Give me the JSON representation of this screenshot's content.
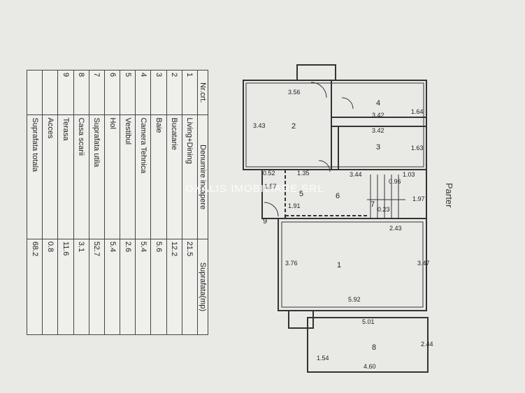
{
  "title": "Parter",
  "watermark": "OXALIS IMOBILIARE SRL",
  "table": {
    "headers": [
      "Nr.crt.",
      "Denumire incapere",
      "Suprafata(mp)"
    ],
    "rows": [
      {
        "nr": "1",
        "name": "Living+Dining",
        "area": "21.5"
      },
      {
        "nr": "2",
        "name": "Bucatarie",
        "area": "12.2"
      },
      {
        "nr": "3",
        "name": "Baie",
        "area": "5.6"
      },
      {
        "nr": "4",
        "name": "Camera Tehnica",
        "area": "5.4"
      },
      {
        "nr": "5",
        "name": "Vestibul",
        "area": "2.6"
      },
      {
        "nr": "6",
        "name": "Hol",
        "area": "5.4"
      },
      {
        "nr": "7",
        "name": "Suprafata utila",
        "area": "52.7"
      },
      {
        "nr": "8",
        "name": "Casa scarii",
        "area": "3.1"
      },
      {
        "nr": "9",
        "name": "Terasa",
        "area": "11.6"
      },
      {
        "nr": "",
        "name": "Acces",
        "area": "0.8"
      },
      {
        "nr": "",
        "name": "Suprafata totala",
        "area": "68.2"
      }
    ]
  },
  "plan": {
    "room_numbers": [
      "1",
      "2",
      "3",
      "4",
      "5",
      "6",
      "7",
      "8",
      "9"
    ],
    "dimensions": {
      "d356": "3.56",
      "d343": "3.43",
      "d342a": "3.42",
      "d342b": "3.42",
      "d164": "1.64",
      "d163": "1.63",
      "d052": "0.52",
      "d135": "1.35",
      "d344": "3.44",
      "d103": "1.03",
      "d096": "0.96",
      "d157": "1.57",
      "d191": "1.91",
      "d197": "1.97",
      "d023": "0.23",
      "d243": "2.43",
      "d376": "3.76",
      "d347": "3.47",
      "d592": "5.92",
      "d501": "5.01",
      "d154": "1.54",
      "d244": "2.44",
      "d460": "4.60"
    }
  }
}
